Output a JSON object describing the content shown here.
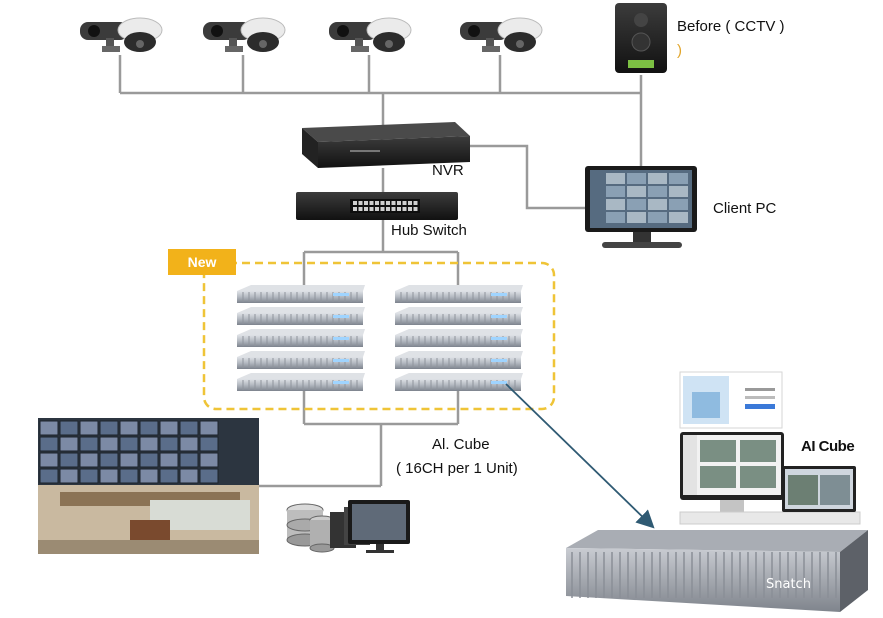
{
  "labels": {
    "before_cctv_line1": "Before (   CCTV   )",
    "before_cctv_line2": ")",
    "nvr": "NVR",
    "client_pc": "Client PC",
    "hub_switch": "Hub Switch",
    "new_badge": "New",
    "ai_cube_line1": "Al. Cube",
    "ai_cube_line2": "( 16CH per 1 Unit)",
    "ai_cube_screen_title": "AI Cube",
    "snatch_brand": "Snatch"
  },
  "colors": {
    "line": "#9a9a9a",
    "dashed_box": "#efc437",
    "badge": "#f2b21a",
    "arrow": "#2f5a73",
    "device_dark": "#1c1c1c",
    "server_silver": "#b8bcc4"
  },
  "icons": {
    "cameras": [
      "ptz-dome-camera-icon",
      "ptz-dome-camera-icon",
      "ptz-dome-camera-icon",
      "ptz-dome-camera-icon"
    ],
    "legacy": "dvr-box-icon",
    "recorder": "nvr-recorder-icon",
    "switch": "network-switch-icon",
    "monitor": "client-monitor-icon",
    "servers": "rack-server-icon",
    "storage": "storage-disk-icon"
  }
}
